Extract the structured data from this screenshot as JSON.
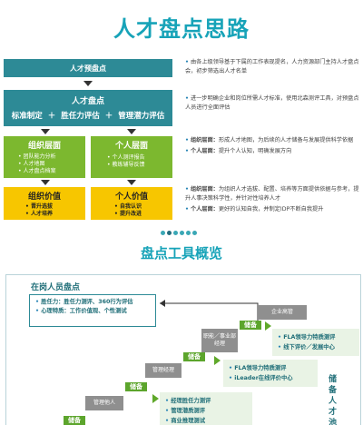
{
  "title": "人才盘点思路",
  "flow": {
    "step1": "人才预盘点",
    "step2_top": "人才盘点",
    "step2_parts": [
      "标准制定",
      "＋",
      "胜任力评估",
      "＋",
      "管理潜力评估"
    ],
    "org_level": {
      "title": "组织层面",
      "items": [
        "团队能力分析",
        "人才地图",
        "人才盘点档案"
      ]
    },
    "person_level": {
      "title": "个人层面",
      "items": [
        "个人测评报告",
        "教练辅导反馈"
      ]
    },
    "org_value": {
      "title": "组织价值",
      "items": [
        "晋升选拔",
        "人才培养"
      ]
    },
    "person_value": {
      "title": "个人价值",
      "items": [
        "自我认识",
        "提升改进"
      ]
    }
  },
  "notes": {
    "n1": "由各上级领导基于下属的工作表现提名，人力资源部门主持人才盘点会，初步筛选出人才名单",
    "n2": "进一步明确企业和岗位所需人才标准，使用北森测评工具，对预盘点人员进行全面评估",
    "n3a_label": "组织层面：",
    "n3a_text": "形成人才地图，为后续的人才储备与发展提供科学依据",
    "n3b_label": "个人层面：",
    "n3b_text": "提升个人认知，明确发展方向",
    "n4a_label": "组织层面：",
    "n4a_text": "为组织人才选拔、配置、培养等方面提供依据与参考，提升人事决策科学性，并针对性培养人才",
    "n4b_label": "个人层面：",
    "n4b_text": "更好的认知自我，并制定IDP不断自我提升"
  },
  "section2": {
    "title": "盘点工具概览",
    "header": "在岗人员盘点",
    "header_items": [
      "胜任力：胜任力测评、360行为评估",
      "心理特质：工作价值观、个性测试"
    ],
    "levels": {
      "enterprise": "企业高管",
      "staff": "职能／事业部经理",
      "manager": "管理经理",
      "others": "管理他人"
    },
    "reserve_label": "储备",
    "list1": [
      "FLA领导力特质测评",
      "线下评价／发展中心"
    ],
    "list2": [
      "FLA领导力特质测评",
      "iLeader在线评价中心"
    ],
    "list3": [
      "经理胜任力测评",
      "管理潜质测评",
      "商业推理测试"
    ],
    "side_label": "储备人才池"
  }
}
